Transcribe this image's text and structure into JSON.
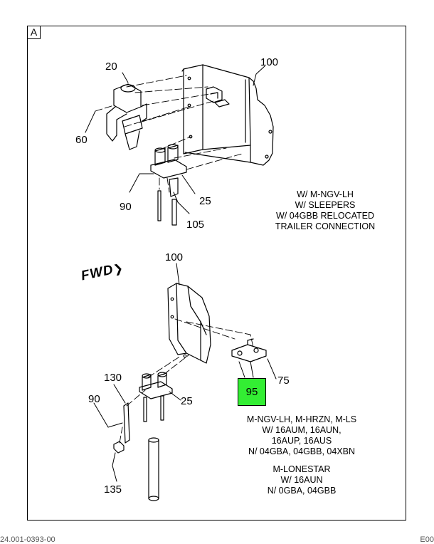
{
  "panel_letter": "A",
  "fwd_label": "FWD",
  "callouts": {
    "top_20": "20",
    "top_100": "100",
    "top_60": "60",
    "top_90": "90",
    "top_25": "25",
    "top_105": "105",
    "bot_100": "100",
    "bot_130": "130",
    "bot_90": "90",
    "bot_25": "25",
    "bot_135": "135",
    "bot_75": "75",
    "bot_95": "95"
  },
  "highlight_color": "#33ee33",
  "notes": {
    "top": [
      "W/ M-NGV-LH",
      "W/ SLEEPERS",
      "W/ 04GBB RELOCATED",
      "TRAILER CONNECTION"
    ],
    "bottom1": [
      "M-NGV-LH, M-HRZN, M-LS",
      "W/ 16AUM, 16AUN,",
      "16AUP, 16AUS",
      "N/ 04GBA, 04GBB, 04XBN"
    ],
    "bottom2": [
      "M-LONESTAR",
      "W/ 16AUN",
      "N/ 0GBA, 04GBB"
    ]
  },
  "footer": {
    "left": "24.001-0393-00",
    "right": "E00"
  }
}
